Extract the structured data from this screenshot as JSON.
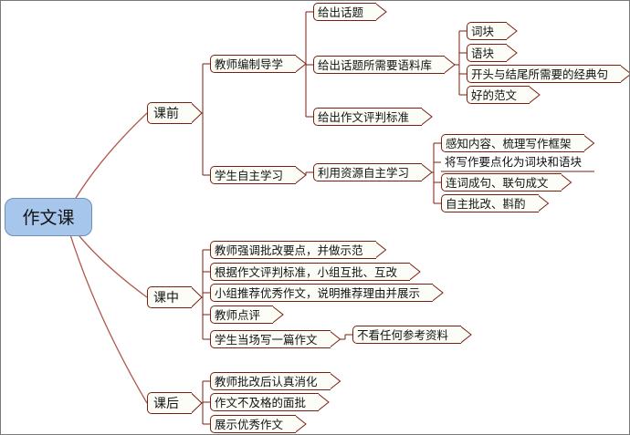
{
  "root": "作文课",
  "branches": [
    {
      "label": "课前",
      "children": [
        {
          "label": "教师编制导学",
          "children": [
            {
              "label": "给出话题"
            },
            {
              "label": "给出话题所需要语料库",
              "children": [
                "词块",
                "语块",
                "开头与结尾所需要的经典句",
                "好的范文"
              ]
            },
            {
              "label": "给出作文评判标准"
            }
          ]
        },
        {
          "label": "学生自主学习",
          "children": [
            {
              "label": "利用资源自主学习",
              "children": [
                "感知内容、梳理写作框架",
                "将写作要点化为词块和语块",
                "连词成句、联句成文",
                "自主批改、斟酌"
              ]
            }
          ]
        }
      ]
    },
    {
      "label": "课中",
      "children": [
        {
          "label": "教师强调批改要点，并做示范"
        },
        {
          "label": "根据作文评判标准，小组互批、互改"
        },
        {
          "label": "小组推荐优秀作文，说明推荐理由并展示"
        },
        {
          "label": "教师点评"
        },
        {
          "label": "学生当场写一篇作文",
          "children": [
            "不看任何参考资料"
          ]
        }
      ]
    },
    {
      "label": "课后",
      "children": [
        {
          "label": "教师批改后认真消化"
        },
        {
          "label": "作文不及格的面批"
        },
        {
          "label": "展示优秀作文"
        }
      ]
    }
  ],
  "colors": {
    "line": "#7a1e12",
    "root_fill": "#a7c6ec",
    "node_fill": "#fdfdf7",
    "branch_curve": "#b2584d"
  }
}
